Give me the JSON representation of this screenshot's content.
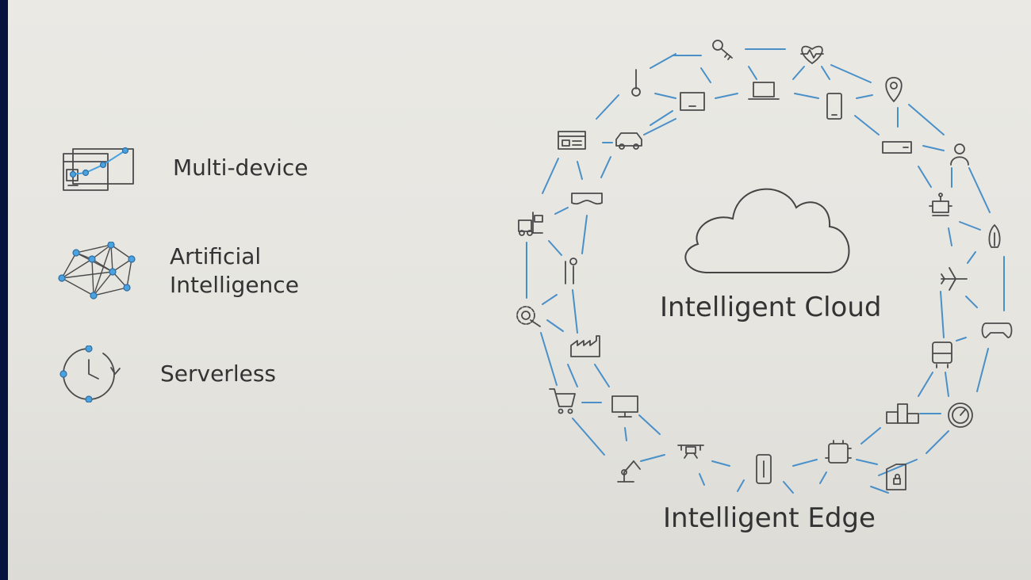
{
  "left_items": [
    {
      "label": "Multi-device",
      "icon": "multi-device-icon"
    },
    {
      "label_lines": [
        "Artificial",
        "Intelligence"
      ],
      "icon": "neural-network-icon"
    },
    {
      "label": "Serverless",
      "icon": "clock-cycle-icon"
    }
  ],
  "diagram": {
    "center_label": "Intelligent Cloud",
    "bottom_label": "Intelligent Edge",
    "center_icon": "cloud-icon",
    "link_color": "#4a90c8",
    "icons": [
      "key-icon",
      "heart-monitor-icon",
      "thermometer-icon",
      "tablet-icon",
      "laptop-icon",
      "phone-icon",
      "location-pin-icon",
      "browser-window-icon",
      "car-icon",
      "server-icon",
      "person-icon",
      "vr-headset-icon",
      "robot-icon",
      "forklift-icon",
      "rocket-icon",
      "tools-icon",
      "airplane-icon",
      "gear-search-icon",
      "game-controller-icon",
      "factory-icon",
      "bus-icon",
      "shopping-cart-icon",
      "desktop-icon",
      "buildings-icon",
      "gauge-icon",
      "drone-icon",
      "chip-icon",
      "robot-arm-icon",
      "remote-icon",
      "lock-device-icon"
    ]
  }
}
